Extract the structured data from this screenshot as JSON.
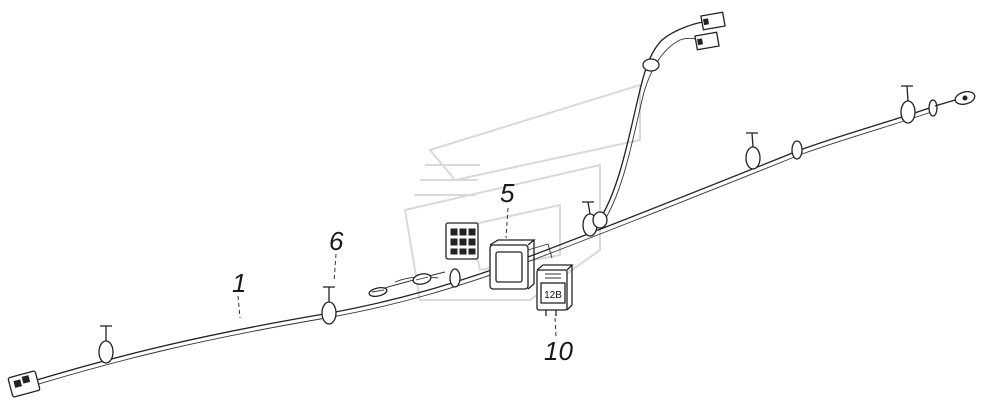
{
  "callouts": {
    "part_1": "1",
    "part_5": "5",
    "part_6": "6",
    "part_10": "10"
  },
  "labels": {
    "relay_marking": "12B"
  },
  "icons": {
    "watermark": "logo-watermark-icon",
    "clamp": "cable-clamp-icon",
    "grommet": "grommet-ring-icon",
    "connector": "connector-icon",
    "relay_block": "relay-block-icon",
    "fuse_block": "fuse-block-icon",
    "terminal": "ring-terminal-icon"
  }
}
